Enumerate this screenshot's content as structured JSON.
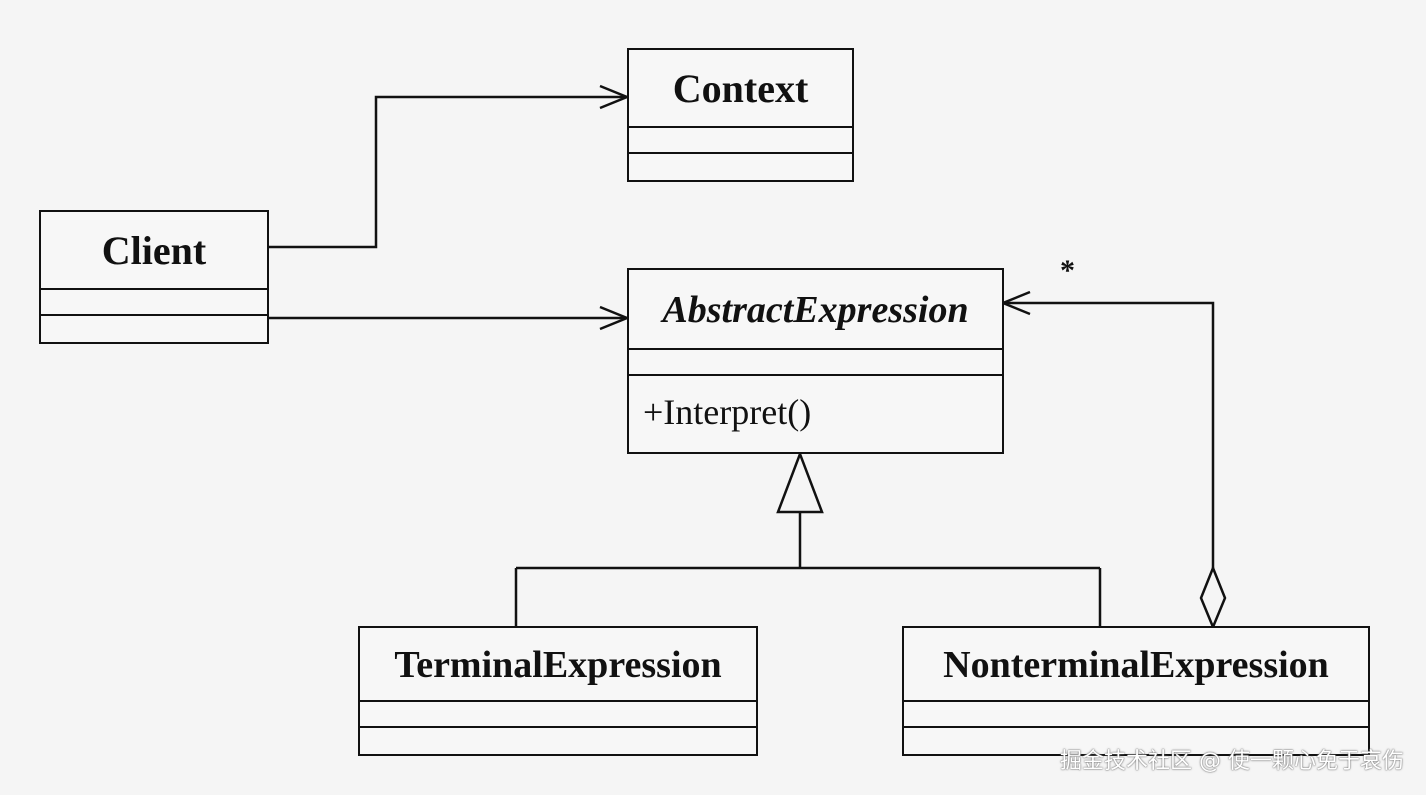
{
  "classes": {
    "context": {
      "name": "Context"
    },
    "client": {
      "name": "Client"
    },
    "abstract_expression": {
      "name": "AbstractExpression",
      "method": "+Interpret()"
    },
    "terminal_expression": {
      "name": "TerminalExpression"
    },
    "nonterminal_expression": {
      "name": "NonterminalExpression"
    }
  },
  "multiplicity": "*",
  "watermark": "掘金技术社区 @ 使一颗心免于哀伤"
}
